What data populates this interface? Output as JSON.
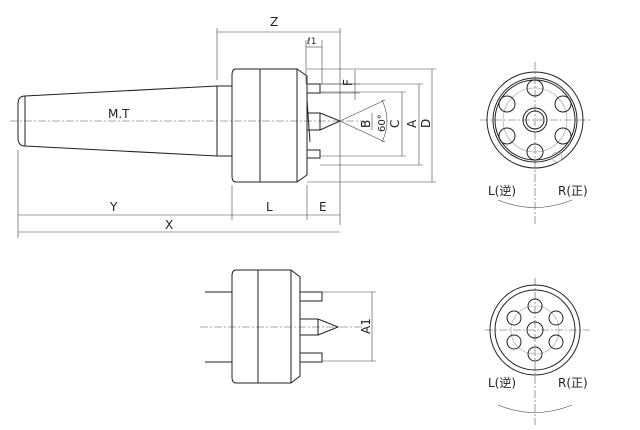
{
  "labels": {
    "mt": "M.T",
    "z": "Z",
    "l1": "ℓ1",
    "f": "F",
    "b": "B",
    "angle": "60°",
    "c": "C",
    "a": "A",
    "d": "D",
    "y": "Y",
    "l": "L",
    "e": "E",
    "x": "X",
    "a1": "A1",
    "left_rot": "L(逆)",
    "right_rot": "R(正)"
  }
}
